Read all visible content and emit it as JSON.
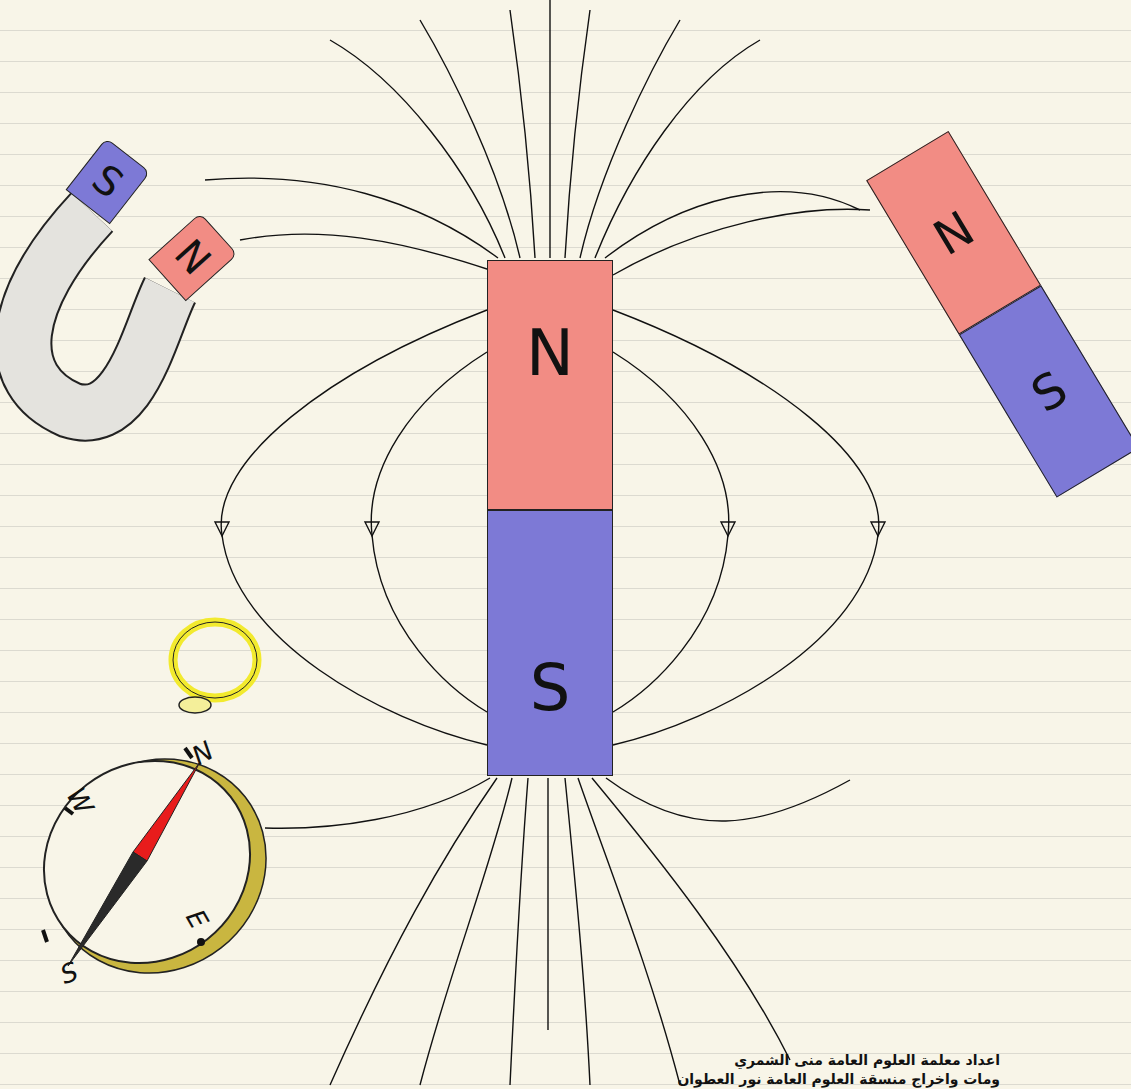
{
  "diagram": {
    "nodes": [
      {
        "text": [
          "S"
        ]
      },
      {
        "text": [
          "N"
        ]
      },
      {
        "text": [
          "N"
        ]
      },
      {
        "text": [
          "S"
        ]
      },
      {
        "text": [
          "N"
        ]
      },
      {
        "text": [
          "S"
        ]
      },
      {
        "text": [
          "N",
          "W",
          "E",
          "S"
        ]
      }
    ],
    "labels": [
      "اعداد معلمة العلوم العامة منى الشمري",
      "ومات واخراج منسقة العلوم العامة نور العطوان"
    ]
  }
}
